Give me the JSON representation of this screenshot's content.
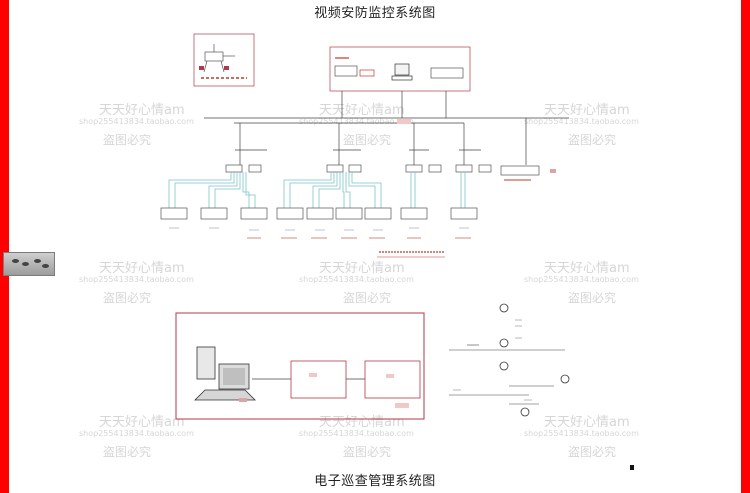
{
  "titles": {
    "top": "视频安防监控系统图",
    "bottom": "电子巡查管理系统图"
  },
  "watermark": {
    "line1": "天天好心情am",
    "line2": "shop255413834.taobao.com",
    "line3": "盗图必究"
  },
  "colors": {
    "frame": "#ff0000",
    "box_stroke": "#b03a48",
    "cable": "#7ac4cc",
    "line": "#444444",
    "watermark": "#d6d6d6"
  },
  "icons": {
    "computer": "computer-icon",
    "side_widget": "device-thumbnail-icon"
  }
}
